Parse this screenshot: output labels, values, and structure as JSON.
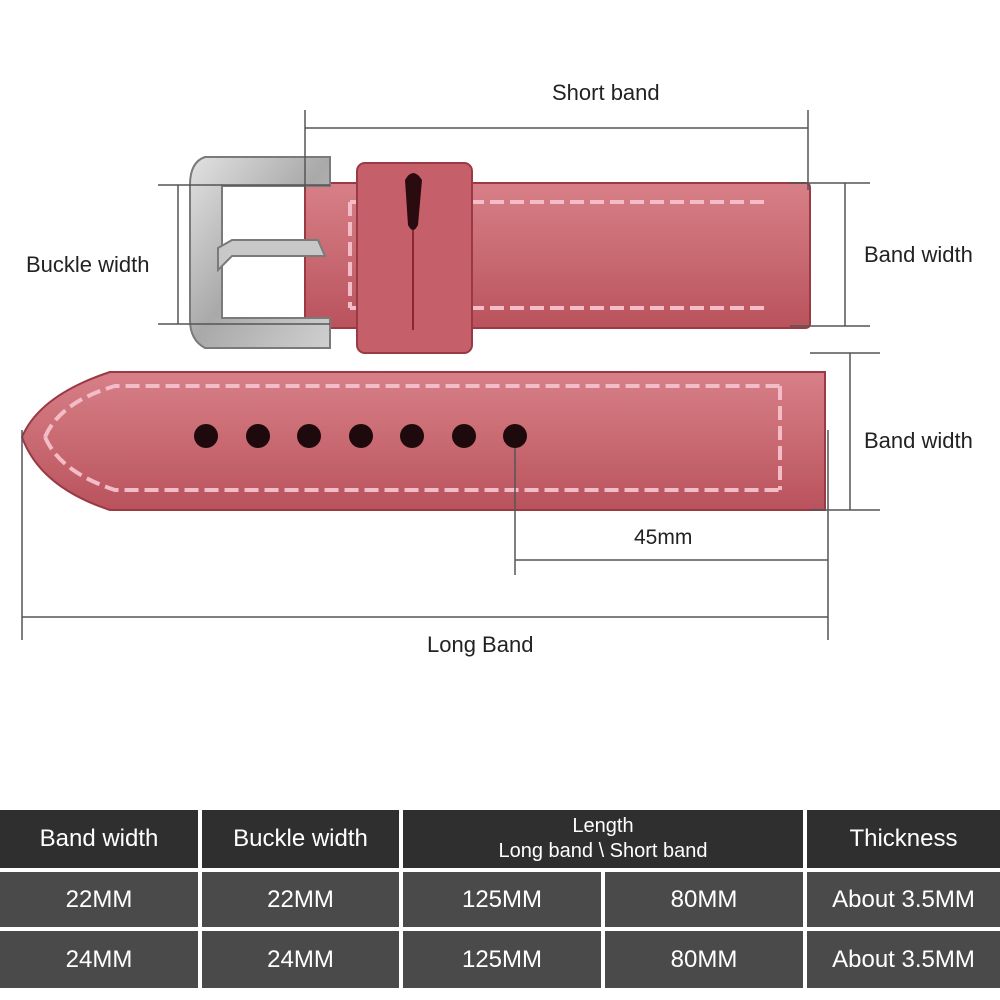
{
  "diagram": {
    "labels": {
      "short_band": "Short band",
      "buckle_width": "Buckle width",
      "band_width_top": "Band width",
      "band_width_bottom": "Band width",
      "hole_distance": "45mm",
      "long_band": "Long Band"
    },
    "colors": {
      "leather": "#c96a72",
      "leather_dark": "#a5404b",
      "stitch": "#f4bcc6",
      "buckle": "#b9b9b9",
      "dimension_line": "#555555"
    }
  },
  "table": {
    "headers": {
      "band_width": "Band width",
      "buckle_width": "Buckle width",
      "length_title": "Length",
      "length_sub": "Long band \\ Short band",
      "thickness": "Thickness"
    },
    "rows": [
      {
        "band_width": "22MM",
        "buckle_width": "22MM",
        "long_band": "125MM",
        "short_band": "80MM",
        "thickness": "About 3.5MM"
      },
      {
        "band_width": "24MM",
        "buckle_width": "24MM",
        "long_band": "125MM",
        "short_band": "80MM",
        "thickness": "About 3.5MM"
      }
    ],
    "colors": {
      "header_bg": "#2f2f2f",
      "row_bg": "#4a4a4a",
      "text": "#ffffff"
    }
  }
}
